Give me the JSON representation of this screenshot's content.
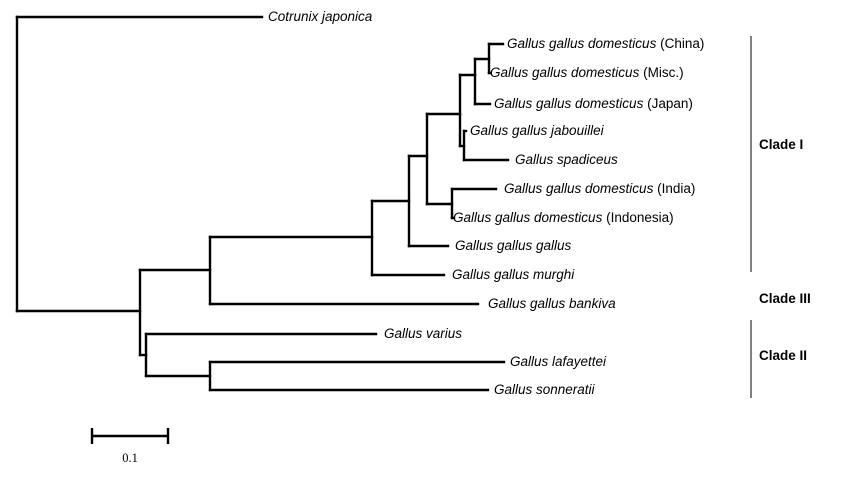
{
  "taxa": [
    {
      "id": "cotrunix",
      "name": "Cotrunix japonica",
      "qualifier": ""
    },
    {
      "id": "china",
      "name": "Gallus gallus domesticus",
      "qualifier": "(China)"
    },
    {
      "id": "misc",
      "name": "Gallus gallus domesticus",
      "qualifier": "(Misc.)"
    },
    {
      "id": "japan",
      "name": "Gallus gallus domesticus",
      "qualifier": "(Japan)"
    },
    {
      "id": "jabouillei",
      "name": "Gallus gallus jabouillei",
      "qualifier": ""
    },
    {
      "id": "spadiceus",
      "name": "Gallus spadiceus",
      "qualifier": ""
    },
    {
      "id": "india",
      "name": "Gallus gallus domesticus",
      "qualifier": "(India)"
    },
    {
      "id": "indonesia",
      "name": "Gallus gallus domesticus",
      "qualifier": "(Indonesia)"
    },
    {
      "id": "gallus",
      "name": "Gallus gallus gallus",
      "qualifier": ""
    },
    {
      "id": "murghi",
      "name": "Gallus gallus murghi",
      "qualifier": ""
    },
    {
      "id": "bankiva",
      "name": "Gallus gallus bankiva",
      "qualifier": ""
    },
    {
      "id": "varius",
      "name": "Gallus varius",
      "qualifier": ""
    },
    {
      "id": "lafayettei",
      "name": "Gallus lafayettei",
      "qualifier": ""
    },
    {
      "id": "sonneratii",
      "name": "Gallus sonneratii",
      "qualifier": ""
    }
  ],
  "clades": [
    {
      "label": "Clade I"
    },
    {
      "label": "Clade III"
    },
    {
      "label": "Clade II"
    }
  ],
  "scale_bar": {
    "label": "0.1"
  }
}
